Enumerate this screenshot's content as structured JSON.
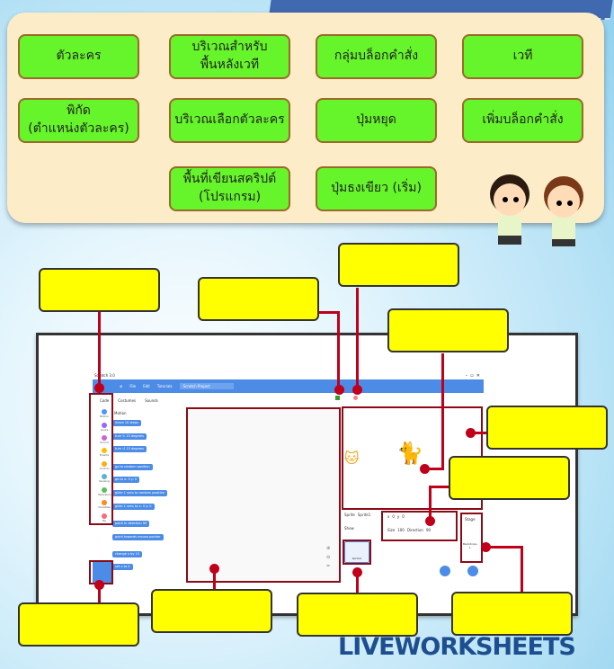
{
  "options": [
    "ตัวละคร",
    "บริเวณสำหรับ\nพื้นหลังเวที",
    "กลุ่มบล็อกคำสั่ง",
    "เวที",
    "พิกัด\n(ตำแหน่งตัวละคร)",
    "บริเวณเลือกตัวละคร",
    "ปุ่มหยุด",
    "เพิ่มบล็อกคำสั่ง",
    "พื้นที่เขียนสคริปต์\n(โปรแกรม)",
    "ปุ่มธงเขียว (เริ่ม)"
  ],
  "scratch": {
    "title": "Scratch 3.0",
    "menu": [
      "File",
      "Edit",
      "Tutorials"
    ],
    "project": "Scratch Project",
    "tabs": [
      "Code",
      "Costumes",
      "Sounds"
    ],
    "categories": [
      {
        "label": "Motion",
        "color": "#4c97ff"
      },
      {
        "label": "Looks",
        "color": "#9966ff"
      },
      {
        "label": "Sound",
        "color": "#cf63cf"
      },
      {
        "label": "Events",
        "color": "#ffbf00"
      },
      {
        "label": "Control",
        "color": "#ffab19"
      },
      {
        "label": "Sensing",
        "color": "#5cb1d6"
      },
      {
        "label": "Operators",
        "color": "#59c059"
      },
      {
        "label": "Variables",
        "color": "#ff8c1a"
      },
      {
        "label": "My Blocks",
        "color": "#ff6680"
      }
    ],
    "palette_heading": "Motion",
    "blocks": [
      "move 10 steps",
      "turn ↻ 15 degrees",
      "turn ↺ 15 degrees",
      "go to random position",
      "go to x: 0 y: 0",
      "glide 1 secs to random position",
      "glide 1 secs to x: 0 y: 0",
      "point in direction 90",
      "point towards mouse-pointer",
      "change x by 10",
      "set x to 0"
    ],
    "sprite_label": "Sprite",
    "sprite_name": "Sprite1",
    "x_label": "x",
    "x": "0",
    "y_label": "y",
    "y": "0",
    "show_label": "Show",
    "size_label": "Size",
    "size": "100",
    "direction_label": "Direction",
    "direction": "90",
    "stage_label": "Stage",
    "backdrops_label": "Backdrops",
    "backdrops": "1"
  },
  "brand": "LIVEWORKSHEETS"
}
